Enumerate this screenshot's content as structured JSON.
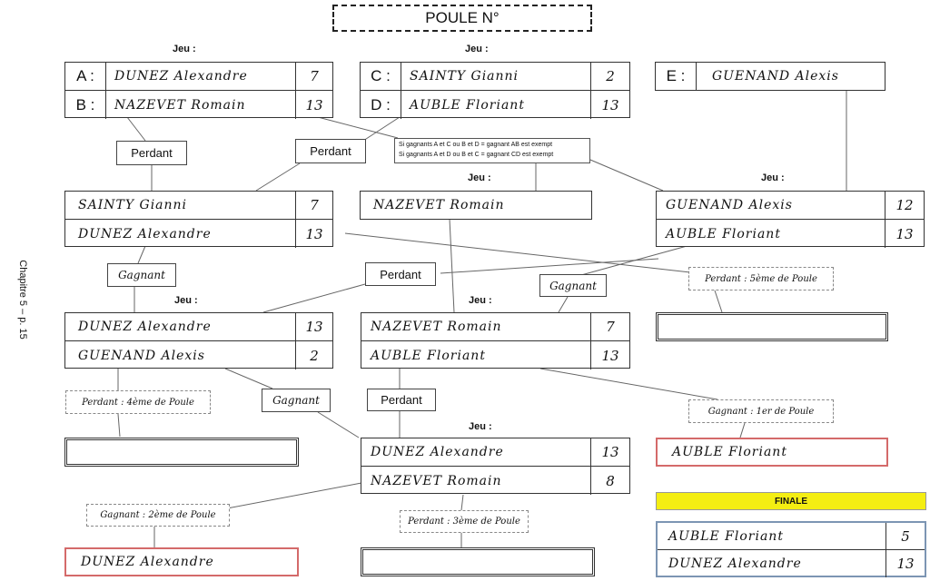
{
  "title": "POULE N°",
  "side_label": "Chapitre 5 – p. 15",
  "jeu_label": "Jeu :",
  "round1": {
    "match_ab": {
      "a_letter": "A :",
      "a_name": "DUNEZ Alexandre",
      "a_score": "7",
      "b_letter": "B :",
      "b_name": "NAZEVET Romain",
      "b_score": "13"
    },
    "match_cd": {
      "c_letter": "C :",
      "c_name": "SAINTY Gianni",
      "c_score": "2",
      "d_letter": "D :",
      "d_name": "AUBLE Floriant",
      "d_score": "13"
    },
    "seed_e": {
      "letter": "E :",
      "name": "GUENAND Alexis"
    }
  },
  "connectors": {
    "perdant": "Perdant",
    "gagnant": "Gagnant",
    "note_line1": "Si gagnants A et C ou B et D = gagnant AB est exempt",
    "note_line2": "Si gagnants A et D ou B et C = gagnant CD est exempt"
  },
  "round2": {
    "losers_match": {
      "p1_name": "SAINTY Gianni",
      "p1_score": "7",
      "p2_name": "DUNEZ Alexandre",
      "p2_score": "13"
    },
    "bye": {
      "name": "NAZEVET Romain"
    },
    "e_match": {
      "p1_name": "GUENAND Alexis",
      "p1_score": "12",
      "p2_name": "AUBLE Floriant",
      "p2_score": "13"
    }
  },
  "round3": {
    "left_match": {
      "p1_name": "DUNEZ Alexandre",
      "p1_score": "13",
      "p2_name": "GUENAND Alexis",
      "p2_score": "2"
    },
    "mid_match": {
      "p1_name": "NAZEVET Romain",
      "p1_score": "7",
      "p2_name": "AUBLE Floriant",
      "p2_score": "13"
    }
  },
  "round4": {
    "match": {
      "p1_name": "DUNEZ Alexandre",
      "p1_score": "13",
      "p2_name": "NAZEVET Romain",
      "p2_score": "8"
    }
  },
  "placements": {
    "fifth_label": "Perdant : 5ème de Poule",
    "fifth_name": "",
    "fourth_label": "Perdant : 4ème de Poule",
    "fourth_name": "",
    "first_label": "Gagnant : 1er de Poule",
    "first_name": "AUBLE Floriant",
    "second_label": "Gagnant : 2ème de Poule",
    "second_name": "DUNEZ Alexandre",
    "third_label": "Perdant : 3ème de Poule",
    "third_name": ""
  },
  "finale": {
    "label": "FINALE",
    "p1_name": "AUBLE Floriant",
    "p1_score": "5",
    "p2_name": "DUNEZ Alexandre",
    "p2_score": "13"
  },
  "colors": {
    "finale_bg": "#f4ee12",
    "placement_border": "#d46a6a",
    "finale_border": "#7c95b3"
  }
}
